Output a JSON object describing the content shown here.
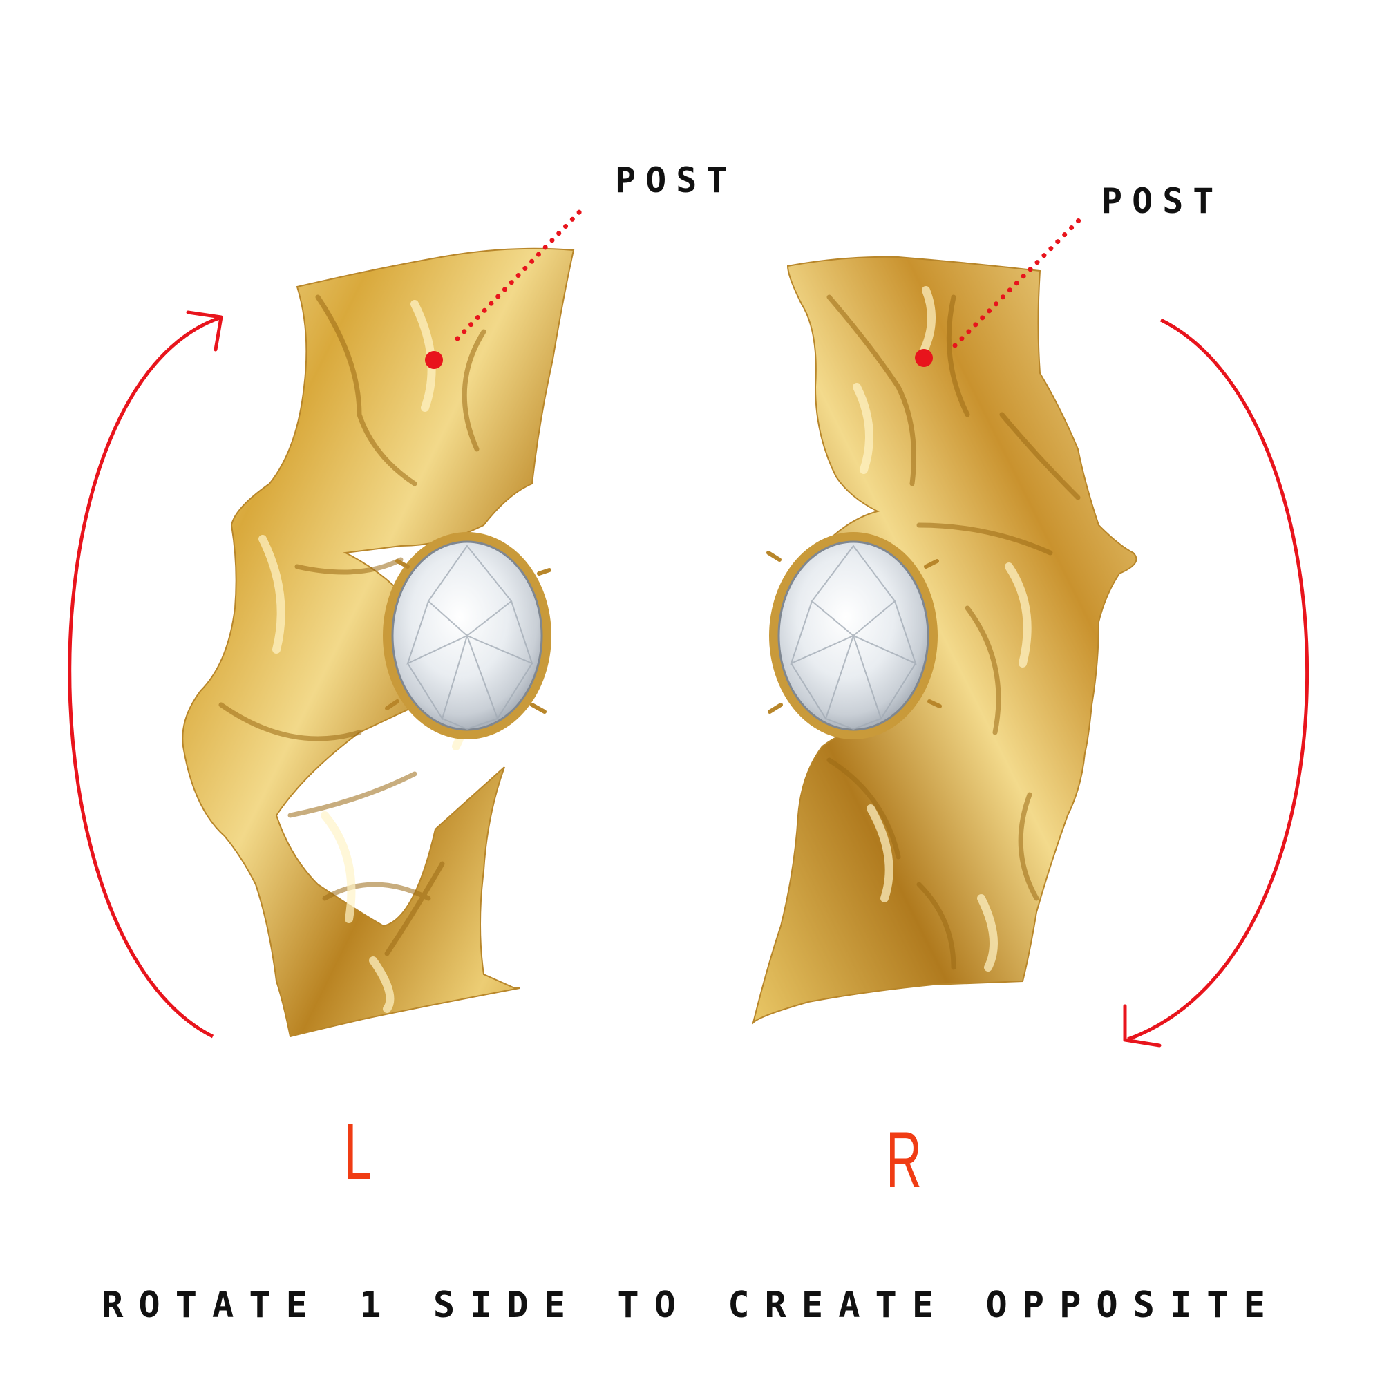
{
  "labels": {
    "post_left": "POST",
    "post_right": "POST",
    "side_left": "L",
    "side_right": "R",
    "caption": "ROTATE 1 SIDE TO CREATE OPPOSITE"
  },
  "colors": {
    "marker_red": "#e8141c",
    "side_label_red": "#f03c14",
    "text_black": "#111111",
    "gold_light": "#f6e3a2",
    "gold_mid": "#e0b54a",
    "gold_dark": "#a8741a",
    "crystal": "#eef1f4"
  },
  "icons": {
    "left_arrow": "curved-arrow-counterclockwise-icon",
    "right_arrow": "curved-arrow-clockwise-icon",
    "left_earring": "gold-crumpled-earring",
    "right_earring": "gold-crumpled-earring",
    "post_marker": "red-dot"
  }
}
